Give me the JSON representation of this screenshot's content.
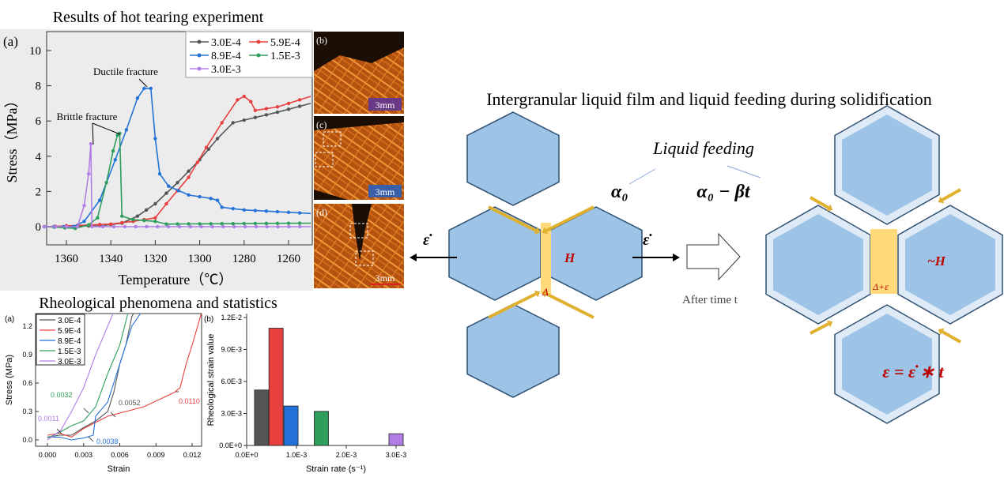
{
  "titles": {
    "hot_tearing": "Results of hot tearing experiment",
    "rheological": "Rheological phenomena and statistics",
    "diagram": "Intergranular liquid film and liquid feeding during solidification"
  },
  "colors": {
    "s1": "#555555",
    "s2": "#e8403f",
    "s3": "#2372d8",
    "s4": "#2e9e5c",
    "s5": "#b27ee6",
    "grain": "#9dc3e6",
    "grain_edge": "#2f5070",
    "grain_rim": "#deebf7",
    "liquid": "#ffd97a",
    "arrow": "#e0b030",
    "red_text": "#c00000"
  },
  "chart_data": [
    {
      "type": "line",
      "panel_label": "(a)",
      "xlabel": "Temperature（℃）",
      "ylabel": "Stress（MPa）",
      "xlim": [
        1370,
        1250
      ],
      "ylim": [
        -1,
        11
      ],
      "xticks": [
        1360,
        1340,
        1320,
        1300,
        1280,
        1260
      ],
      "yticks": [
        0,
        2,
        4,
        6,
        8,
        10
      ],
      "legend_position": "top-right",
      "annotations": [
        "Ductile fracture",
        "Brittle fracture"
      ],
      "series": [
        {
          "name": "3.0E-4",
          "color": "s1",
          "marker": "square",
          "points": [
            [
              1370,
              0
            ],
            [
              1345,
              0.05
            ],
            [
              1335,
              0.2
            ],
            [
              1328,
              0.6
            ],
            [
              1320,
              1.3
            ],
            [
              1310,
              2.5
            ],
            [
              1300,
              3.8
            ],
            [
              1292,
              5.0
            ],
            [
              1285,
              5.9
            ],
            [
              1275,
              6.2
            ],
            [
              1265,
              6.5
            ],
            [
              1250,
              7.0
            ]
          ]
        },
        {
          "name": "5.9E-4",
          "color": "s2",
          "marker": "circle",
          "points": [
            [
              1370,
              0
            ],
            [
              1340,
              0.15
            ],
            [
              1330,
              0.3
            ],
            [
              1320,
              0.5
            ],
            [
              1315,
              1.3
            ],
            [
              1305,
              2.8
            ],
            [
              1297,
              4.5
            ],
            [
              1290,
              5.9
            ],
            [
              1283,
              7.2
            ],
            [
              1280,
              7.4
            ],
            [
              1277,
              7.1
            ],
            [
              1275,
              6.6
            ],
            [
              1265,
              6.8
            ],
            [
              1250,
              7.4
            ]
          ]
        },
        {
          "name": "8.9E-4",
          "color": "s3",
          "marker": "triangle",
          "points": [
            [
              1370,
              0
            ],
            [
              1357,
              0
            ],
            [
              1352,
              0.3
            ],
            [
              1345,
              1.5
            ],
            [
              1338,
              3.8
            ],
            [
              1333,
              5.5
            ],
            [
              1328,
              7.3
            ],
            [
              1325,
              7.85
            ],
            [
              1322,
              7.85
            ],
            [
              1320,
              5.0
            ],
            [
              1318,
              3.0
            ],
            [
              1314,
              2.3
            ],
            [
              1305,
              1.8
            ],
            [
              1295,
              1.6
            ],
            [
              1292,
              1.5
            ],
            [
              1290,
              1.1
            ],
            [
              1280,
              0.95
            ],
            [
              1265,
              0.85
            ],
            [
              1250,
              0.75
            ]
          ]
        },
        {
          "name": "1.5E-3",
          "color": "s4",
          "marker": "triangle-down",
          "points": [
            [
              1370,
              0
            ],
            [
              1356,
              -0.1
            ],
            [
              1350,
              0.1
            ],
            [
              1346,
              0.5
            ],
            [
              1342,
              2.5
            ],
            [
              1339,
              4.3
            ],
            [
              1337,
              5.2
            ],
            [
              1336,
              5.3
            ],
            [
              1335,
              0.6
            ],
            [
              1330,
              0.4
            ],
            [
              1320,
              0.3
            ],
            [
              1315,
              0.15
            ],
            [
              1250,
              0.2
            ]
          ]
        },
        {
          "name": "3.0E-3",
          "color": "s5",
          "marker": "diamond",
          "points": [
            [
              1370,
              0
            ],
            [
              1355,
              0
            ],
            [
              1352,
              1.2
            ],
            [
              1350,
              3.0
            ],
            [
              1349,
              4.7
            ],
            [
              1348.5,
              0
            ],
            [
              1250,
              0
            ]
          ]
        }
      ]
    },
    {
      "type": "line",
      "panel_label": "(a)",
      "xlabel": "Strain",
      "ylabel": "Stress (MPa)",
      "xlim": [
        -0.001,
        0.013
      ],
      "ylim": [
        -0.05,
        1.35
      ],
      "xticks": [
        "0.000",
        "0.003",
        "0.006",
        "0.009",
        "0.012"
      ],
      "yticks": [
        "0.0",
        "0.3",
        "0.6",
        "0.9",
        "1.2"
      ],
      "legend_position": "top-left",
      "series": [
        {
          "name": "3.0E-4",
          "color": "s1",
          "points": [
            [
              0,
              0.03
            ],
            [
              0.001,
              0.05
            ],
            [
              0.002,
              0.05
            ],
            [
              0.003,
              0.13
            ],
            [
              0.004,
              0.2
            ],
            [
              0.005,
              0.3
            ],
            [
              0.0055,
              0.5
            ],
            [
              0.006,
              0.8
            ],
            [
              0.0065,
              1.0
            ],
            [
              0.007,
              1.3
            ],
            [
              0.0072,
              1.35
            ]
          ]
        },
        {
          "name": "5.9E-4",
          "color": "s2",
          "points": [
            [
              0,
              0.05
            ],
            [
              0.001,
              0.07
            ],
            [
              0.002,
              0.03
            ],
            [
              0.003,
              0.12
            ],
            [
              0.005,
              0.25
            ],
            [
              0.008,
              0.35
            ],
            [
              0.0105,
              0.5
            ],
            [
              0.011,
              0.55
            ],
            [
              0.0115,
              0.8
            ],
            [
              0.012,
              1.0
            ],
            [
              0.0128,
              1.35
            ]
          ]
        },
        {
          "name": "8.9E-4",
          "color": "s3",
          "points": [
            [
              0,
              0.03
            ],
            [
              0.001,
              0.03
            ],
            [
              0.002,
              0.0
            ],
            [
              0.003,
              0.02
            ],
            [
              0.0038,
              0.05
            ],
            [
              0.004,
              0.25
            ],
            [
              0.005,
              0.4
            ],
            [
              0.006,
              0.8
            ],
            [
              0.007,
              1.2
            ],
            [
              0.0078,
              1.35
            ]
          ]
        },
        {
          "name": "1.5E-3",
          "color": "s4",
          "points": [
            [
              0,
              0.02
            ],
            [
              0.001,
              0.08
            ],
            [
              0.002,
              0.15
            ],
            [
              0.003,
              0.2
            ],
            [
              0.004,
              0.35
            ],
            [
              0.005,
              0.7
            ],
            [
              0.006,
              1.0
            ],
            [
              0.0067,
              1.35
            ]
          ]
        },
        {
          "name": "3.0E-3",
          "color": "s5",
          "points": [
            [
              0,
              0.0
            ],
            [
              0.0011,
              0.1
            ],
            [
              0.002,
              0.3
            ],
            [
              0.003,
              0.55
            ],
            [
              0.004,
              0.9
            ],
            [
              0.0055,
              1.35
            ]
          ]
        }
      ],
      "annotations": [
        {
          "text": "0.0011",
          "color": "s5",
          "x": 0.0011
        },
        {
          "text": "0.0032",
          "color": "s4",
          "x": 0.0032
        },
        {
          "text": "0.0052",
          "color": "s1",
          "x": 0.0052
        },
        {
          "text": "0.0038",
          "color": "s3",
          "x": 0.0038
        },
        {
          "text": "0.0110",
          "color": "s2",
          "x": 0.011
        }
      ]
    },
    {
      "type": "bar",
      "panel_label": "(b)",
      "xlabel": "Strain rate (s⁻¹)",
      "ylabel": "Rheological strain value",
      "xlim": [
        0,
        0.0031
      ],
      "ylim": [
        0,
        0.012
      ],
      "xticks": [
        "0.0E+0",
        "1.0E-3",
        "2.0E-3",
        "3.0E-3"
      ],
      "yticks": [
        "0.0E+0",
        "3.0E-3",
        "6.0E-3",
        "9.0E-3",
        "1.2E-2"
      ],
      "bars": [
        {
          "x": 0.0003,
          "value": 0.0052,
          "color": "s1"
        },
        {
          "x": 0.00059,
          "value": 0.011,
          "color": "s2"
        },
        {
          "x": 0.00089,
          "value": 0.0037,
          "color": "s3"
        },
        {
          "x": 0.0015,
          "value": 0.0032,
          "color": "s4"
        },
        {
          "x": 0.003,
          "value": 0.0011,
          "color": "s5"
        }
      ]
    }
  ],
  "micrographs": [
    {
      "label": "(b)",
      "scale": "3mm"
    },
    {
      "label": "(c)",
      "scale": "3mm"
    },
    {
      "label": "(d)",
      "scale": "3mm"
    }
  ],
  "diagram": {
    "liquid_feeding": "Liquid feeding",
    "alpha0": "α₀",
    "alpha0_minus": "α₀ − βt",
    "strain_rate": "ε̇",
    "H": "H",
    "delta": "Δ",
    "approx_H": "~H",
    "delta_eps": "Δ+ε",
    "after_time": "After time t",
    "equation": "ε = ε̇ ∗ t"
  }
}
